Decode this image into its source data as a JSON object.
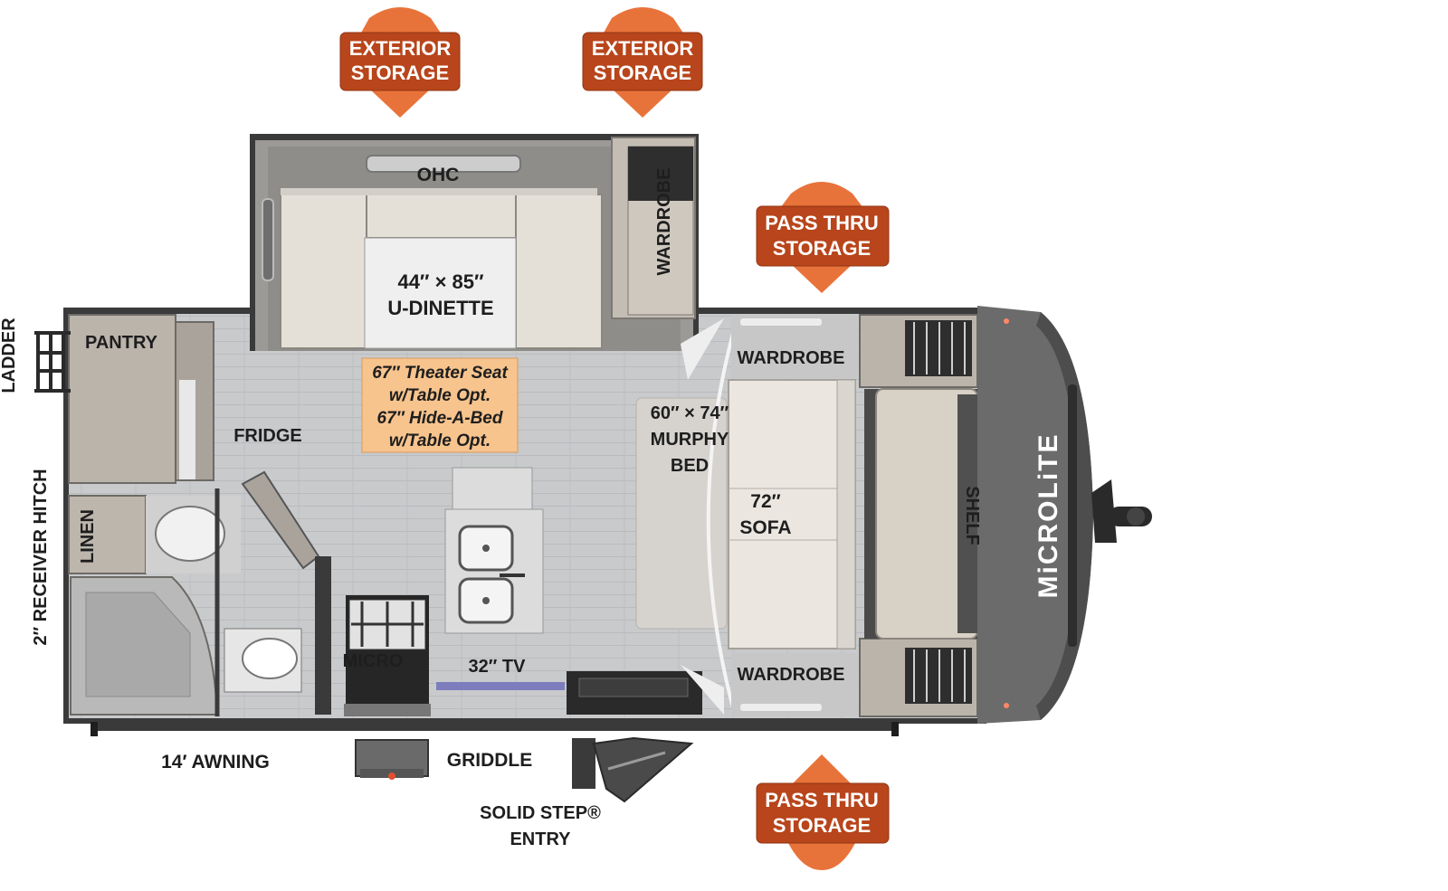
{
  "callouts": {
    "exterior_storage_1": [
      "EXTERIOR",
      "STORAGE"
    ],
    "exterior_storage_2": [
      "EXTERIOR",
      "STORAGE"
    ],
    "pass_thru_top": [
      "PASS THRU",
      "STORAGE"
    ],
    "pass_thru_bottom": [
      "PASS THRU",
      "STORAGE"
    ]
  },
  "labels": {
    "ohc": "OHC",
    "wardrobe_slide": "WARDROBE",
    "dinette_size": "44″ × 85″",
    "dinette_name": "U-DINETTE",
    "theater": [
      "67″ Theater Seat",
      "w/Table Opt.",
      "67″ Hide-A-Bed",
      "w/Table Opt."
    ],
    "pantry": "PANTRY",
    "fridge": "FRIDGE",
    "linen": "LINEN",
    "ladder": "LADDER",
    "hitch": "2″ RECEIVER HITCH",
    "micro": "MICRO",
    "tv": "32″ TV",
    "murphy": [
      "60″ × 74″",
      "MURPHY",
      "BED"
    ],
    "sofa": [
      "72″",
      "SOFA"
    ],
    "wardrobe_top": "WARDROBE",
    "wardrobe_bottom": "WARDROBE",
    "shelf": "SHELF",
    "awning": "14′ AWNING",
    "griddle": "GRIDDLE",
    "entry": [
      "SOLID STEP®",
      "ENTRY"
    ],
    "brand": "MiCROLiTE"
  },
  "colors": {
    "callout_orange": "#e8733a",
    "callout_label": "#b8451b",
    "highlight_box": "#f7c48e",
    "floor": "#c9cbcd",
    "wall": "#3a3a3a",
    "cushion": "#e4e0d8",
    "cabinet": "#b3aca3"
  }
}
